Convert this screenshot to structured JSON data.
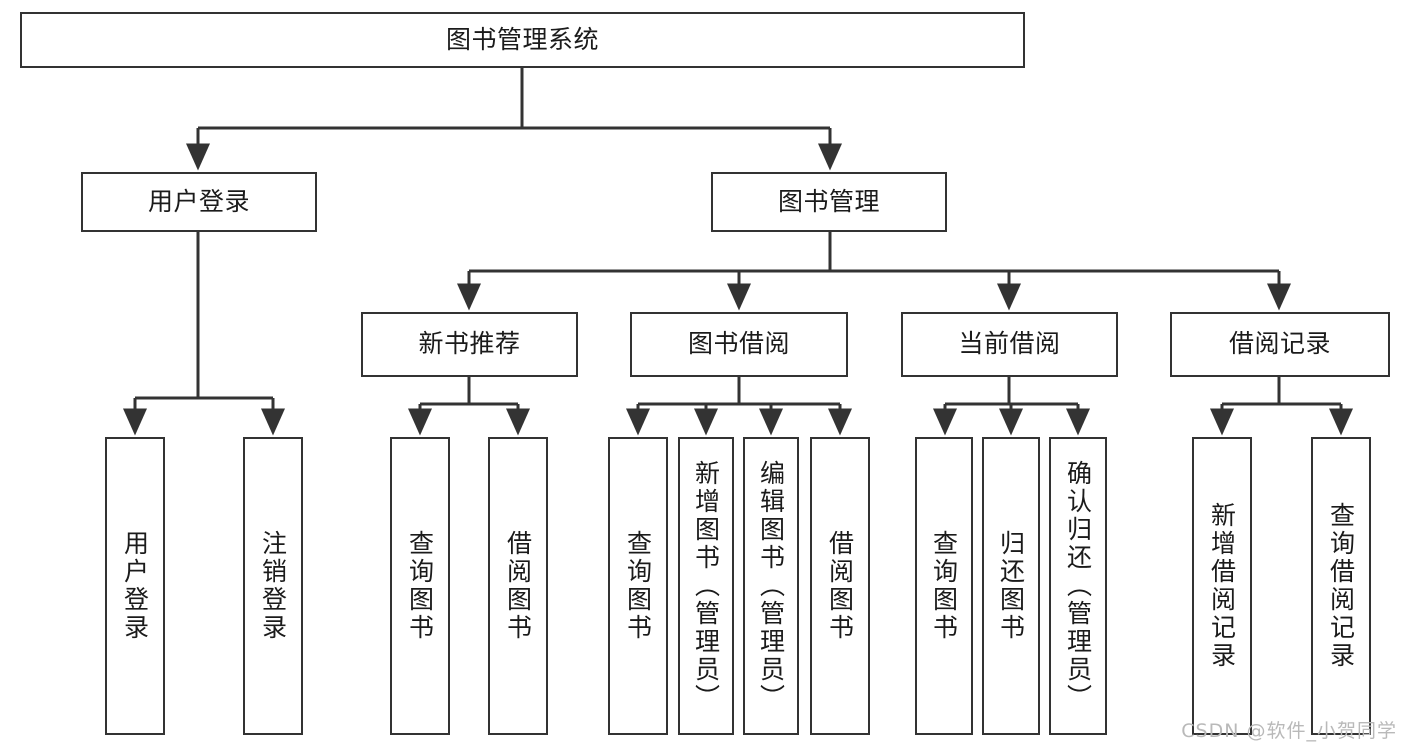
{
  "diagram": {
    "title": "图书管理系统",
    "type": "tree",
    "watermark": "CSDN @软件_小贺同学",
    "colors": {
      "stroke": "#333333",
      "fill": "#ffffff",
      "text": "#1b1b1b",
      "watermark": "#b9b9b9"
    },
    "levels": {
      "root": "图书管理系统",
      "level2": [
        "用户登录",
        "图书管理"
      ],
      "level3": [
        "新书推荐",
        "图书借阅",
        "当前借阅",
        "借阅记录"
      ]
    },
    "nodes": {
      "root": {
        "label": "图书管理系统"
      },
      "user_login": {
        "label": "用户登录"
      },
      "book_mgmt": {
        "label": "图书管理"
      },
      "new_book_rec": {
        "label": "新书推荐"
      },
      "book_borrow": {
        "label": "图书借阅"
      },
      "current_borrow": {
        "label": "当前借阅"
      },
      "borrow_record": {
        "label": "借阅记录"
      },
      "leaf_user_login": {
        "label": "用户登录"
      },
      "leaf_logout": {
        "label": "注销登录"
      },
      "leaf_query_book_1": {
        "label": "查询图书"
      },
      "leaf_borrow_book_1": {
        "label": "借阅图书"
      },
      "leaf_query_book_2": {
        "label": "查询图书"
      },
      "leaf_add_book": {
        "label": "新增图书（管理员）"
      },
      "leaf_edit_book": {
        "label": "编辑图书（管理员）"
      },
      "leaf_borrow_book_2": {
        "label": "借阅图书"
      },
      "leaf_query_book_3": {
        "label": "查询图书"
      },
      "leaf_return_book": {
        "label": "归还图书"
      },
      "leaf_confirm_return": {
        "label": "确认归还（管理员）"
      },
      "leaf_add_record": {
        "label": "新增借阅记录"
      },
      "leaf_query_record": {
        "label": "查询借阅记录"
      }
    },
    "edges": [
      {
        "from": "root",
        "to": "user_login"
      },
      {
        "from": "root",
        "to": "book_mgmt"
      },
      {
        "from": "user_login",
        "to": "leaf_user_login"
      },
      {
        "from": "user_login",
        "to": "leaf_logout"
      },
      {
        "from": "book_mgmt",
        "to": "new_book_rec"
      },
      {
        "from": "book_mgmt",
        "to": "book_borrow"
      },
      {
        "from": "book_mgmt",
        "to": "current_borrow"
      },
      {
        "from": "book_mgmt",
        "to": "borrow_record"
      },
      {
        "from": "new_book_rec",
        "to": "leaf_query_book_1"
      },
      {
        "from": "new_book_rec",
        "to": "leaf_borrow_book_1"
      },
      {
        "from": "book_borrow",
        "to": "leaf_query_book_2"
      },
      {
        "from": "book_borrow",
        "to": "leaf_add_book"
      },
      {
        "from": "book_borrow",
        "to": "leaf_edit_book"
      },
      {
        "from": "book_borrow",
        "to": "leaf_borrow_book_2"
      },
      {
        "from": "current_borrow",
        "to": "leaf_query_book_3"
      },
      {
        "from": "current_borrow",
        "to": "leaf_return_book"
      },
      {
        "from": "current_borrow",
        "to": "leaf_confirm_return"
      },
      {
        "from": "borrow_record",
        "to": "leaf_add_record"
      },
      {
        "from": "borrow_record",
        "to": "leaf_query_record"
      }
    ]
  }
}
